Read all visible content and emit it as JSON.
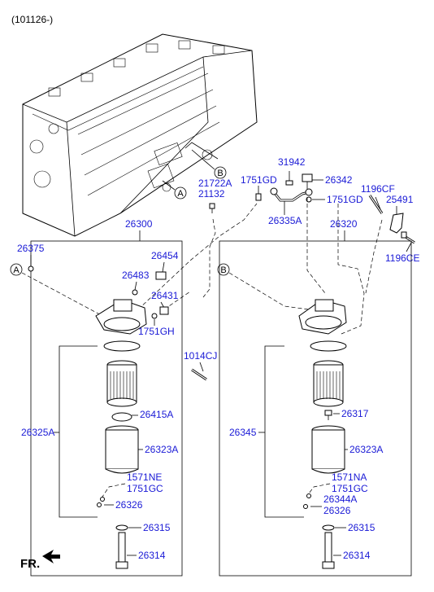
{
  "header": {
    "code": "(101126-)"
  },
  "markers": {
    "a": "A",
    "b": "B"
  },
  "fr_label": "FR.",
  "labels": {
    "l21722a": "21722A",
    "l21132": "21132",
    "l31942": "31942",
    "l26342": "26342",
    "l1751gd_top": "1751GD",
    "l1751gd_right": "1751GD",
    "l26335a": "26335A",
    "l1196cf": "1196CF",
    "l25491": "25491",
    "l1196ce": "1196CE",
    "l26300": "26300",
    "l26320": "26320",
    "l26375": "26375",
    "l26454": "26454",
    "l26483": "26483",
    "l26431": "26431",
    "l1751gh": "1751GH",
    "l1014cj": "1014CJ",
    "l26325a": "26325A",
    "l26415a": "26415A",
    "l26323a_left": "26323A",
    "l1571ne": "1571NE",
    "l1751gc_left": "1751GC",
    "l26326_left": "26326",
    "l26315_left": "26315",
    "l26314_left": "26314",
    "l26345": "26345",
    "l26317": "26317",
    "l26323a_right": "26323A",
    "l1571na": "1571NA",
    "l1751gc_right": "1751GC",
    "l26344a": "26344A",
    "l26326_right": "26326",
    "l26315_right": "26315",
    "l26314_right": "26314"
  }
}
